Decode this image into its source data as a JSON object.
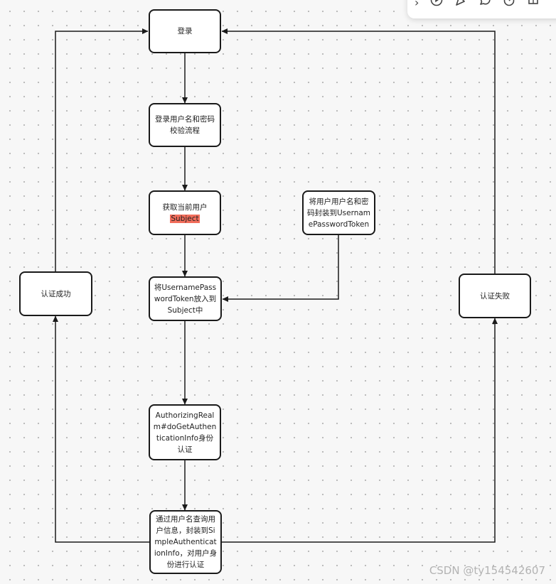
{
  "nodes": {
    "login": "登录",
    "verify": "登录用户名和密码校验流程",
    "subject_label": "获取当前用户",
    "subject_hl": "Subject",
    "wrap_token": "将用户用户名和密码封装到UsernamePasswordToken",
    "put_token": "将UsernamePasswordToken放入到Subject中",
    "auth_success": "认证成功",
    "auth_fail": "认证失败",
    "realm": "AuthorizingRealm#doGetAuthenticationInfo身份认证",
    "query_user": "通过用户名查询用户信息，封装到SimpleAuthenticationInfo，对用户身份进行认证"
  },
  "toolbar": {
    "icons": [
      "chevron-right-icon",
      "play-icon",
      "celebrate-icon",
      "comment-icon",
      "timer-icon",
      "layout-icon"
    ]
  },
  "watermark": "CSDN @ty154542607",
  "colors": {
    "highlight": "#f26d5b",
    "stroke": "#1a1a1a"
  }
}
